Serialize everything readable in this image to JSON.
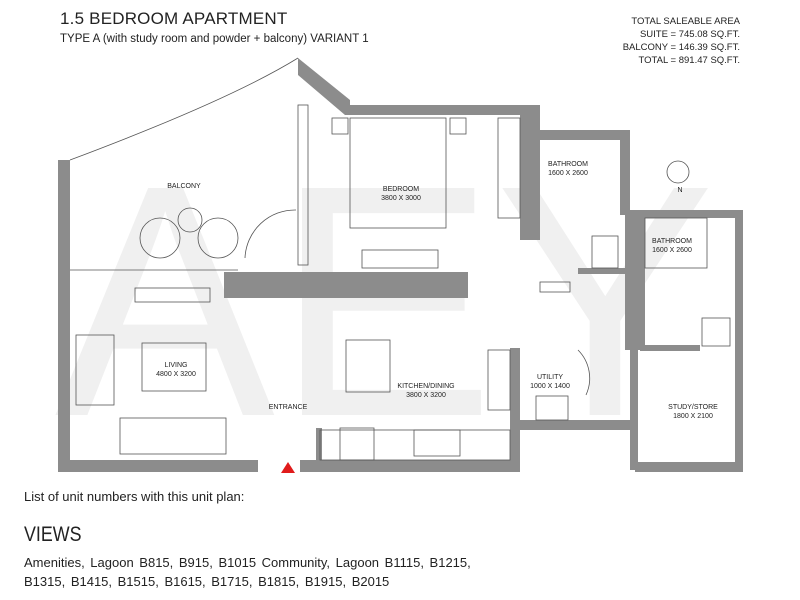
{
  "header": {
    "title": "1.5 BEDROOM APARTMENT",
    "subtitle": "TYPE A (with study room and powder + balcony) VARIANT 1"
  },
  "area": {
    "heading": "TOTAL SALEABLE AREA",
    "suite": "SUITE = 745.08 SQ.FT.",
    "balcony": "BALCONY = 146.39 SQ.FT.",
    "total": "TOTAL = 891.47 SQ.FT."
  },
  "watermark": "AEY",
  "rooms": {
    "balcony": {
      "name": "BALCONY"
    },
    "bedroom": {
      "name": "BEDROOM",
      "size": "3800 X 3000"
    },
    "bathroom1": {
      "name": "BATHROOM",
      "size": "1600 X 2600"
    },
    "bathroom2": {
      "name": "BATHROOM",
      "size": "1600 X 2600"
    },
    "living": {
      "name": "LIVING",
      "size": "4800 X 3200"
    },
    "kitchen": {
      "name": "KITCHEN/DINING",
      "size": "3800 X 3200"
    },
    "utility": {
      "name": "UTILITY",
      "size": "1000 X 1400"
    },
    "study": {
      "name": "STUDY/STORE",
      "size": "1800 X 2100"
    },
    "entrance": {
      "name": "ENTRANCE"
    }
  },
  "compass": "N",
  "colors": {
    "wall": "#8c8c8c",
    "entrance_marker": "#e01b1b",
    "watermark": "#efefef"
  },
  "footer": {
    "unit_list_label": "List of unit numbers with this unit plan:",
    "views_heading": "VIEWS",
    "views_text": "Amenities, Lagoon B815, B915, B1015 Community, Lagoon B1115, B1215, B1315, B1415, B1515, B1615, B1715, B1815, B1915, B2015"
  }
}
